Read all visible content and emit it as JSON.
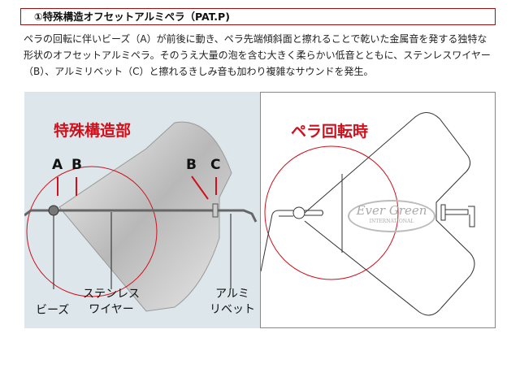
{
  "header": {
    "title": "①特殊構造オフセットアルミペラ（PAT.P)"
  },
  "description": {
    "lines": [
      "ペラの回転に伴いビーズ（A）が前後に動き、ペラ先端傾斜面と擦れることで乾いた金属音を発する独特な",
      "形状のオフセットアルミペラ。そのうえ大量の泡を含む大きく柔らかい低音とともに、ステンレスワイヤー",
      "（B）、アルミリベット（C）と擦れるきしみ音も加わり複雑なサウンドを発生。"
    ]
  },
  "left_image": {
    "title": "特殊構造部",
    "marker_a": "A",
    "marker_b1": "B",
    "marker_b2": "B",
    "marker_c": "C",
    "cap_beads": "ビーズ",
    "cap_wire_1": "ステンレス",
    "cap_wire_2": "ワイヤー",
    "cap_rivet_1": "アルミ",
    "cap_rivet_2": "リベット"
  },
  "right_image": {
    "title": "ペラ回転時",
    "logo_text": "Ever Green",
    "logo_sub": "INTERNATIONAL"
  },
  "colors": {
    "accent": "#d0101c",
    "border": "#a01010"
  }
}
